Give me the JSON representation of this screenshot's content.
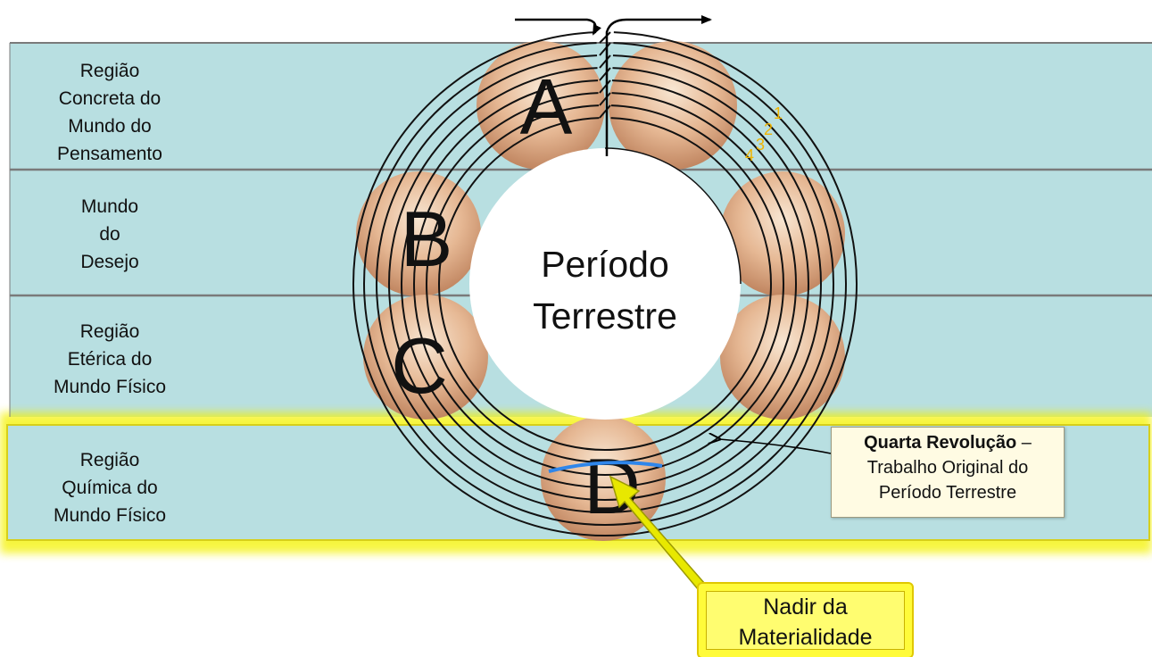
{
  "regions": [
    {
      "id": "concrete-mind",
      "label": "Região\nConcreta do\nMundo do\nPensamento"
    },
    {
      "id": "desire-world",
      "label": "Mundo\ndo\nDesejo"
    },
    {
      "id": "etheric-region",
      "label": "Região\nEtérica do\nMundo Físico"
    },
    {
      "id": "chemical-region",
      "label": "Região\nQuímica do\nMundo Físico",
      "highlighted": true
    }
  ],
  "globe_letters": [
    "A",
    "B",
    "C",
    "D"
  ],
  "center_label": {
    "line1": "Período",
    "line2": "Terrestre"
  },
  "ring_numbers": [
    "1",
    "2",
    "3",
    "4"
  ],
  "callout": {
    "title": "Quarta Revolução",
    "dash": " –",
    "line2": "Trabalho Original do",
    "line3": "Período Terrestre"
  },
  "nadir": {
    "text": "Nadir da\nMaterialidade"
  },
  "colors": {
    "band_fill": "#b8dfe1",
    "highlight": "#f2f20a",
    "globe_light": "#f7dfc6",
    "globe_dark": "#c98f6c",
    "ring_number": "#f0b400",
    "nadir_line": "#2f86ea"
  }
}
